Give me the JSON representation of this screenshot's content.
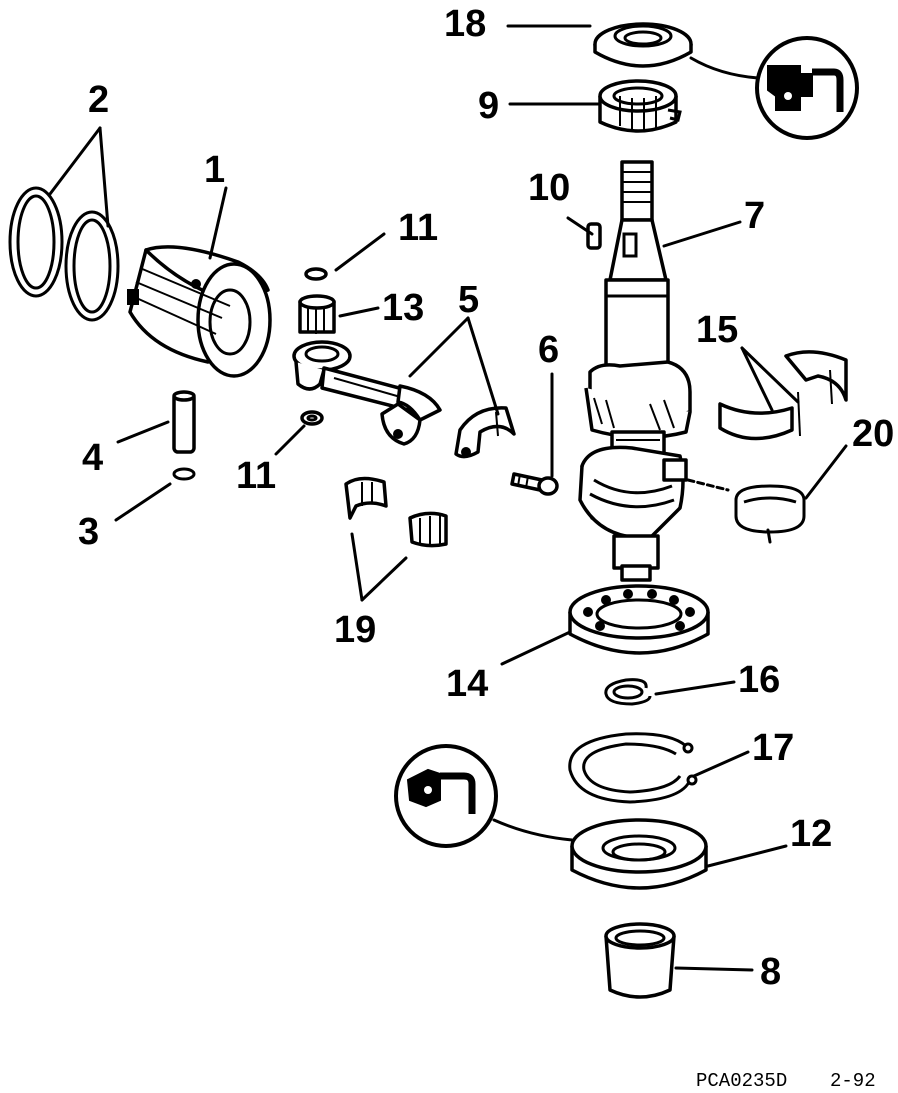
{
  "callouts": [
    {
      "id": "1",
      "label": "1"
    },
    {
      "id": "2",
      "label": "2"
    },
    {
      "id": "3",
      "label": "3"
    },
    {
      "id": "4",
      "label": "4"
    },
    {
      "id": "5",
      "label": "5"
    },
    {
      "id": "6",
      "label": "6"
    },
    {
      "id": "7",
      "label": "7"
    },
    {
      "id": "8",
      "label": "8"
    },
    {
      "id": "9",
      "label": "9"
    },
    {
      "id": "10",
      "label": "10"
    },
    {
      "id": "11a",
      "label": "11"
    },
    {
      "id": "11b",
      "label": "11"
    },
    {
      "id": "12",
      "label": "12"
    },
    {
      "id": "13",
      "label": "13"
    },
    {
      "id": "14",
      "label": "14"
    },
    {
      "id": "15",
      "label": "15"
    },
    {
      "id": "16",
      "label": "16"
    },
    {
      "id": "17",
      "label": "17"
    },
    {
      "id": "18",
      "label": "18"
    },
    {
      "id": "19",
      "label": "19"
    },
    {
      "id": "20",
      "label": "20"
    }
  ],
  "footer": {
    "code": "PCA0235D",
    "date": "2-92"
  },
  "icons": [
    "sealant-tube-icon",
    "sealant-tube-icon"
  ]
}
